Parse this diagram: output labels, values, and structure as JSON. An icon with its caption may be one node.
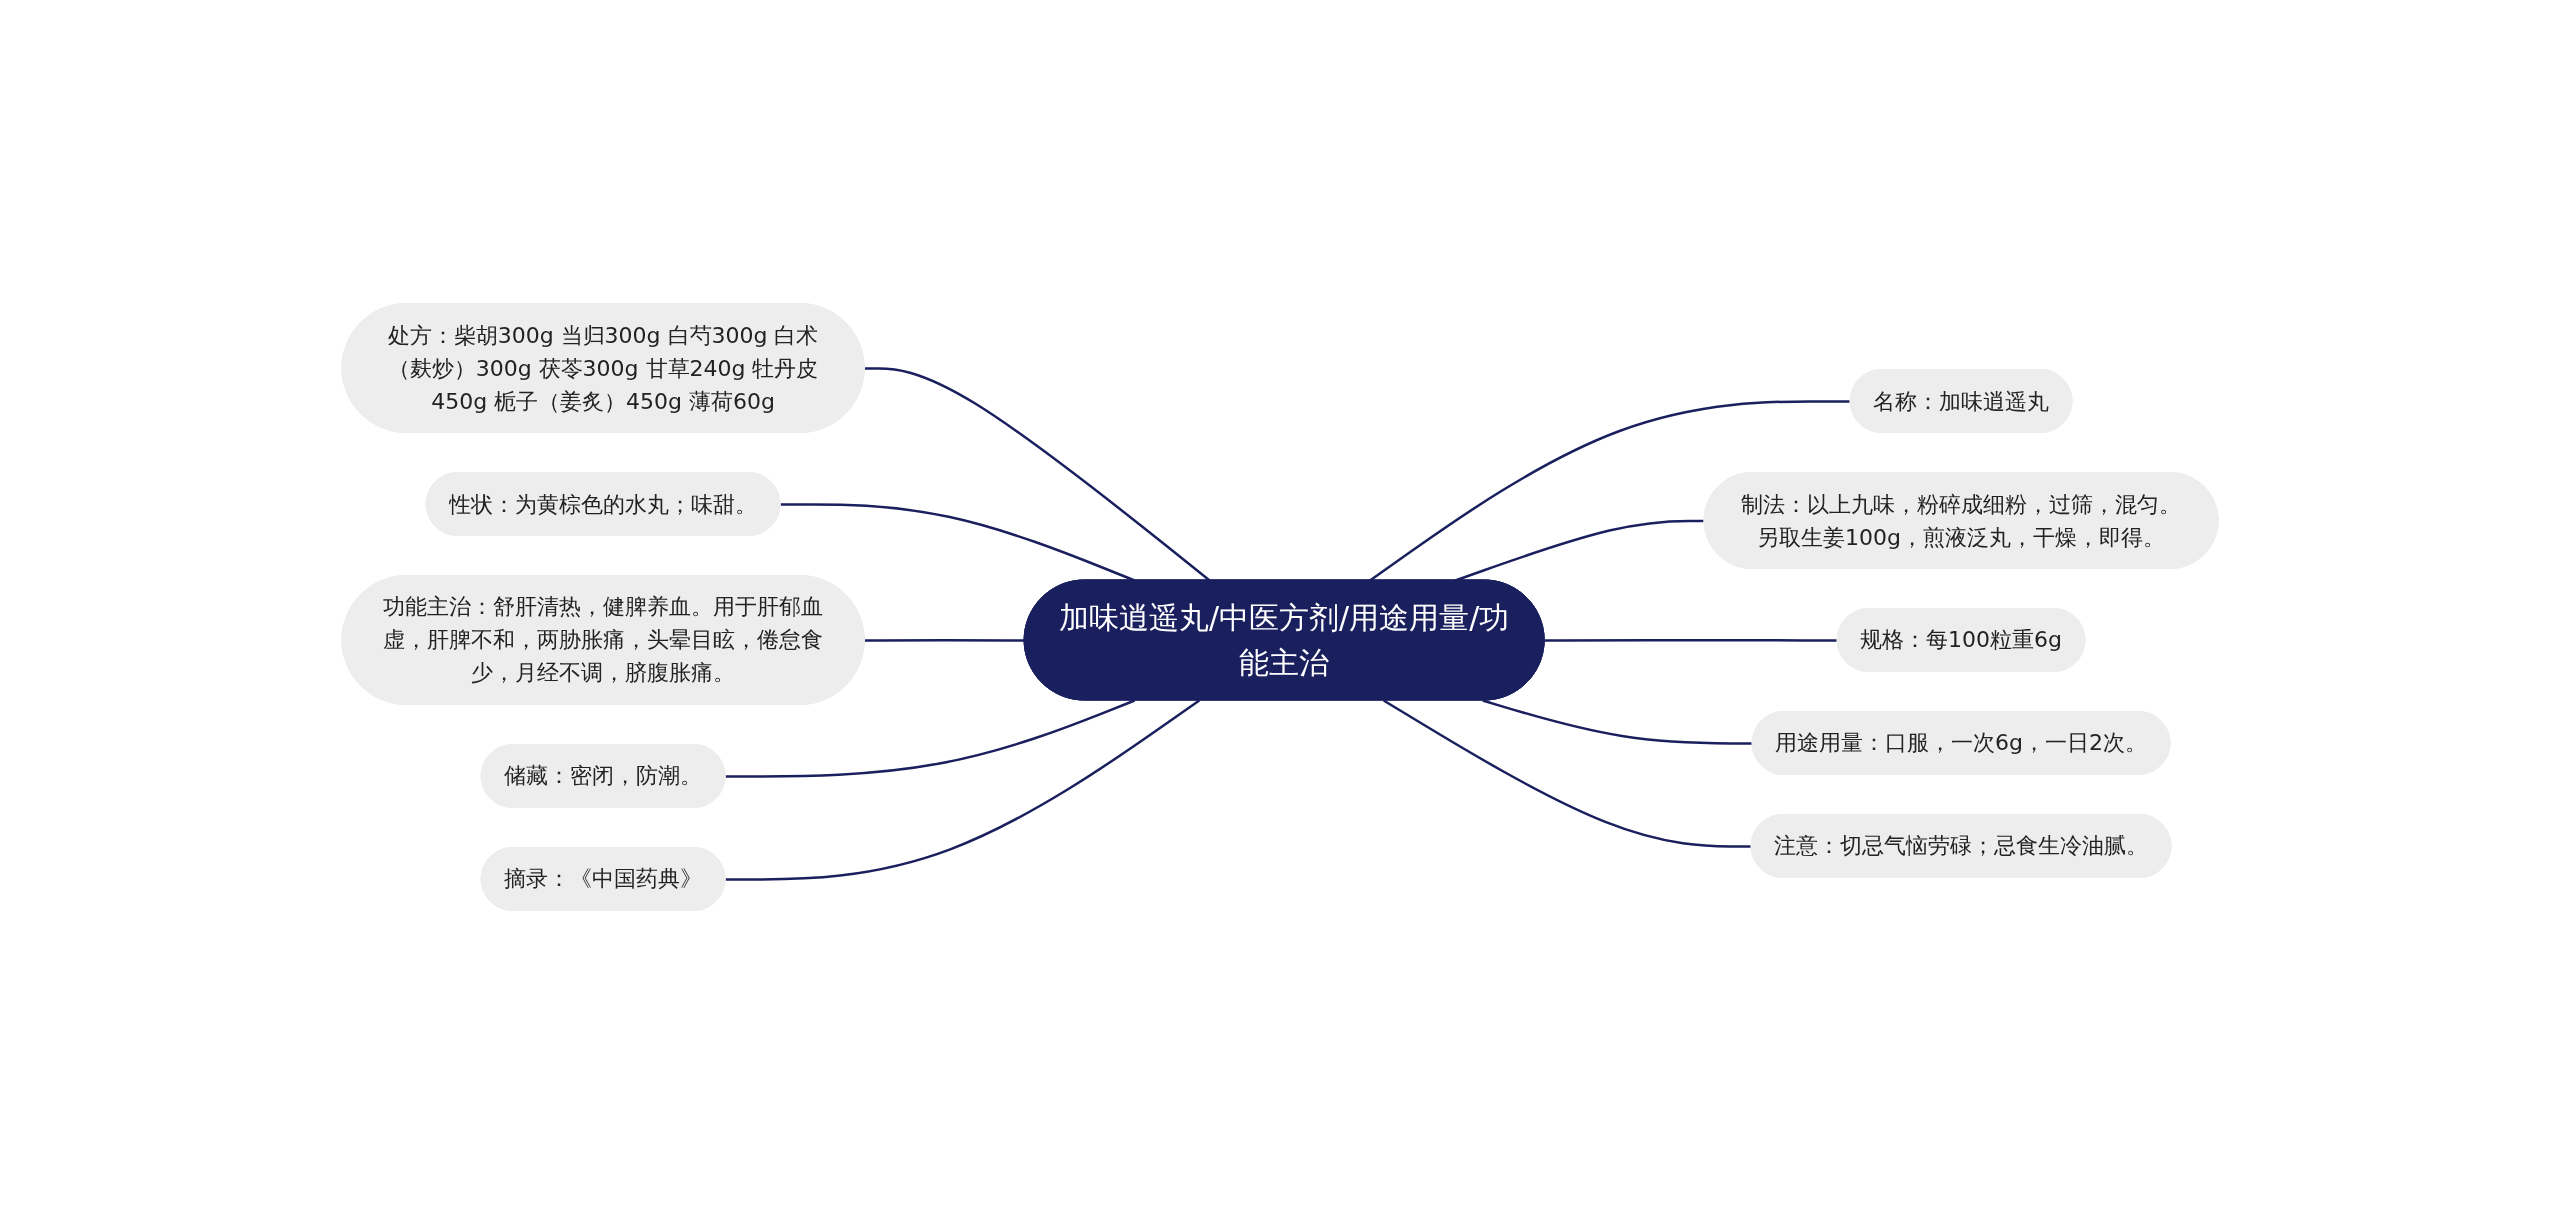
{
  "diagram": {
    "nodes": [
      {
        "text": [
          "加味逍遥丸/中医方剂/用途用量/功能主治"
        ]
      },
      {
        "text": [
          "处方：柴胡300g 当归300g 白芍300g 白术（麸炒）300g 茯苓300g 甘草240g 牡丹皮450g 栀子（姜炙）450g 薄荷60g"
        ]
      },
      {
        "text": [
          "性状：为黄棕色的水丸；味甜。"
        ]
      },
      {
        "text": [
          "功能主治：舒肝清热，健脾养血。用于肝郁血虚，肝脾不和，两胁胀痛，头晕目眩，倦怠食少，月经不调，脐腹胀痛。"
        ]
      },
      {
        "text": [
          "储藏：密闭，防潮。"
        ]
      },
      {
        "text": [
          "摘录：《中国药典》"
        ]
      },
      {
        "text": [
          "名称：加味逍遥丸"
        ]
      },
      {
        "text": [
          "制法：以上九味，粉碎成细粉，过筛，混匀。另取生姜100g，煎液泛丸，干燥，即得。"
        ]
      },
      {
        "text": [
          "规格：每100粒重6g"
        ]
      },
      {
        "text": [
          "用途用量：口服，一次6g，一日2次。"
        ]
      },
      {
        "text": [
          "注意：切忌气恼劳碌；忌食生冷油腻。"
        ]
      }
    ],
    "edges": [
      {
        "from": 0,
        "to": 1,
        "arrow": "none"
      },
      {
        "from": 0,
        "to": 2,
        "arrow": "none"
      },
      {
        "from": 0,
        "to": 3,
        "arrow": "none"
      },
      {
        "from": 0,
        "to": 4,
        "arrow": "none"
      },
      {
        "from": 0,
        "to": 5,
        "arrow": "none"
      },
      {
        "from": 0,
        "to": 6,
        "arrow": "none"
      },
      {
        "from": 0,
        "to": 7,
        "arrow": "none"
      },
      {
        "from": 0,
        "to": 8,
        "arrow": "none"
      },
      {
        "from": 0,
        "to": 9,
        "arrow": "none"
      },
      {
        "from": 0,
        "to": 10,
        "arrow": "none"
      }
    ]
  }
}
